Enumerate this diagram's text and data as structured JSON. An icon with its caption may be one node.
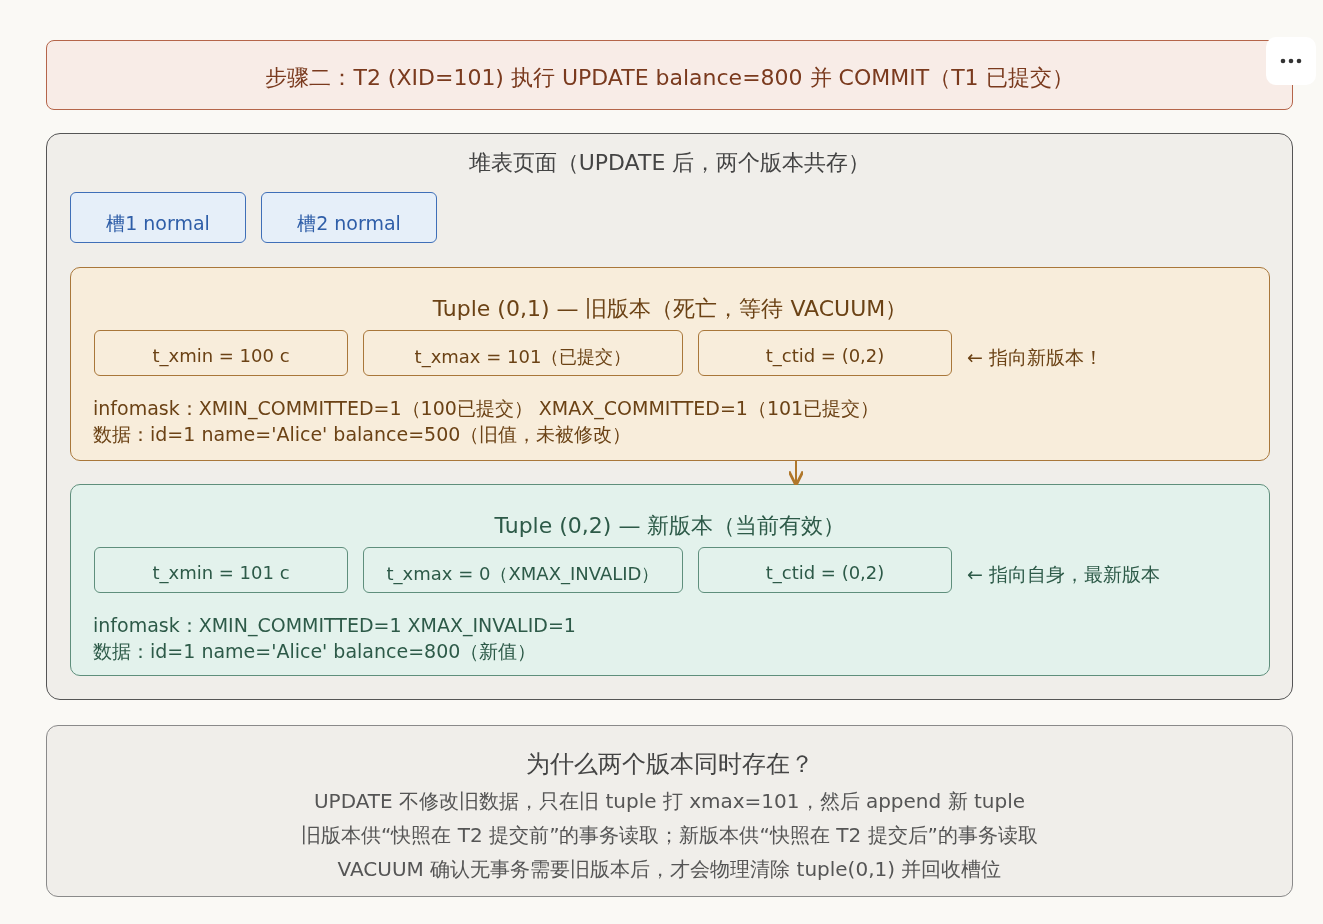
{
  "diagram": {
    "nodes": [
      {
        "text": [
          "步骤二：T2 (XID=101) 执行 UPDATE balance=800 并 COMMIT（T1 已提交）"
        ]
      },
      {
        "text": [
          "堆表页面（UPDATE 后，两个版本共存）"
        ]
      },
      {
        "text": [
          "槽1 normal"
        ],
        "in": 1
      },
      {
        "text": [
          "槽2 normal"
        ],
        "in": 1
      },
      {
        "text": [
          "Tuple (0,1) — 旧版本（死亡，等待 VACUUM）",
          "infomask：XMIN_COMMITTED=1（100已提交） XMAX_COMMITTED=1（101已提交）",
          "数据：id=1 name='Alice' balance=500（旧值，未被修改）"
        ],
        "in": 1
      },
      {
        "text": [
          "t_xmin = 100 c"
        ],
        "in": 4
      },
      {
        "text": [
          "t_xmax = 101（已提交）"
        ],
        "in": 4
      },
      {
        "text": [
          "t_ctid = (0,2)"
        ],
        "in": 4,
        "beside": [
          "← 指向新版本！"
        ]
      },
      {
        "text": [
          "Tuple (0,2) — 新版本（当前有效）",
          "infomask：XMIN_COMMITTED=1 XMAX_INVALID=1",
          "数据：id=1 name='Alice' balance=800（新值）"
        ],
        "in": 1
      },
      {
        "text": [
          "t_xmin = 101 c"
        ],
        "in": 8
      },
      {
        "text": [
          "t_xmax = 0（XMAX_INVALID）"
        ],
        "in": 8
      },
      {
        "text": [
          "t_ctid = (0,2)"
        ],
        "in": 8,
        "beside": [
          "← 指向自身，最新版本"
        ]
      },
      {
        "text": [
          "为什么两个版本同时存在？",
          "UPDATE 不修改旧数据，只在旧 tuple 打 xmax=101，然后 append 新 tuple",
          "旧版本供“快照在 T2 提交前”的事务读取；新版本供“快照在 T2 提交后”的事务读取",
          "VACUUM 确认无事务需要旧版本后，才会物理清除 tuple(0,1) 并回收槽位"
        ]
      }
    ],
    "edges": [
      {
        "from": 4,
        "to": 8,
        "arrow": "to"
      }
    ]
  }
}
